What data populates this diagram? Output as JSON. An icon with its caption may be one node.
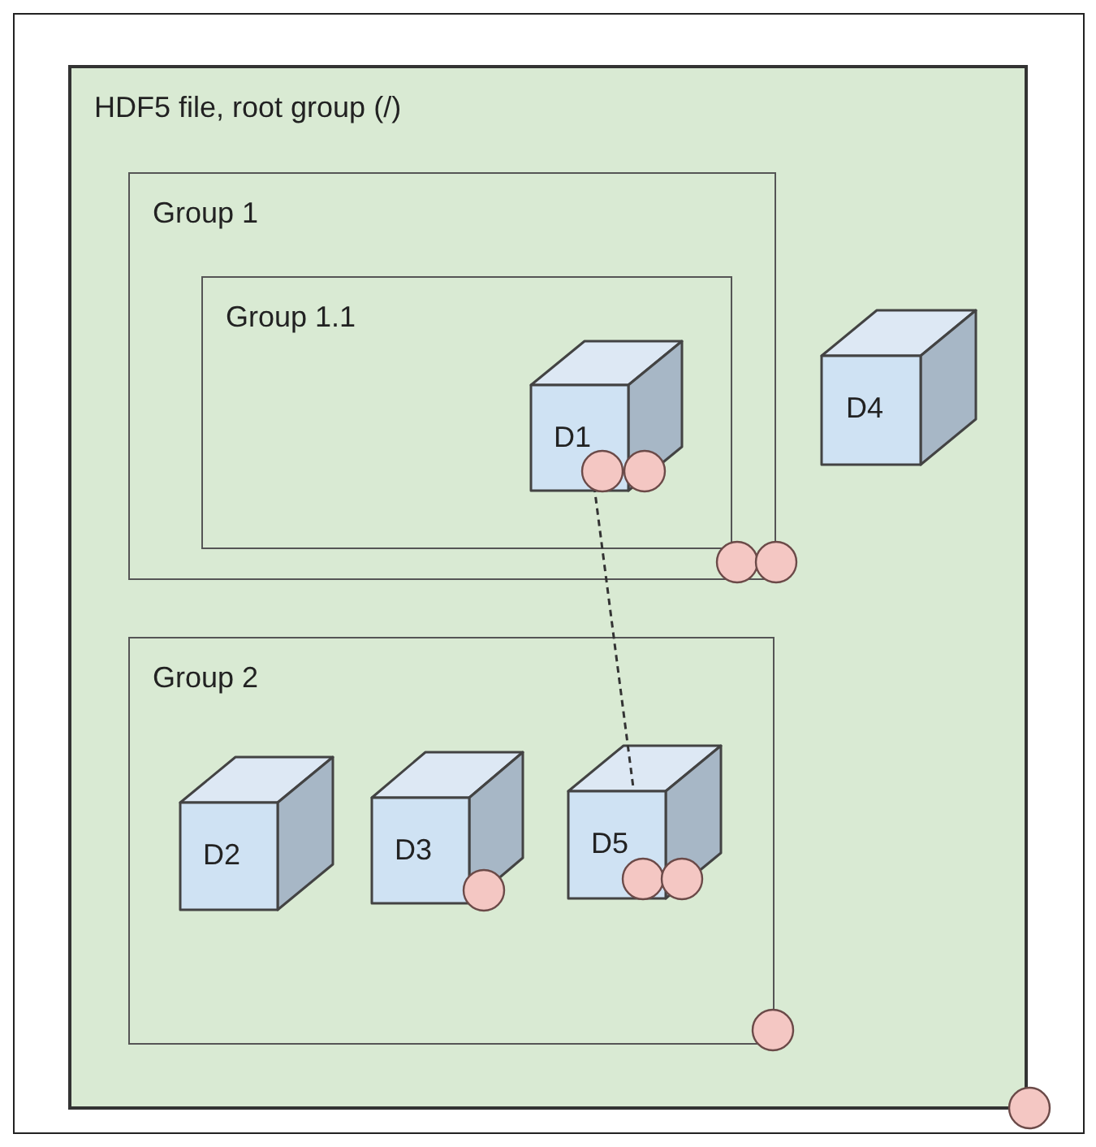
{
  "diagram": {
    "nodes": [
      {
        "text": [
          "HDF5 file, root group (/)"
        ]
      },
      {
        "text": [
          "Group 1"
        ],
        "in": 0
      },
      {
        "text": [
          "Group 1.1"
        ],
        "in": 1
      },
      {
        "text": [
          "D1"
        ],
        "in": 2
      },
      {
        "text": [
          "D4"
        ],
        "in": 0
      },
      {
        "text": [
          "Group 2"
        ],
        "in": 0
      },
      {
        "text": [
          "D2"
        ],
        "in": 5
      },
      {
        "text": [
          "D3"
        ],
        "in": 5
      },
      {
        "text": [
          "D5"
        ],
        "in": 5
      }
    ],
    "edges": [
      {
        "from": 3,
        "to": 8,
        "arrow": "none",
        "style": "dashed"
      }
    ]
  }
}
